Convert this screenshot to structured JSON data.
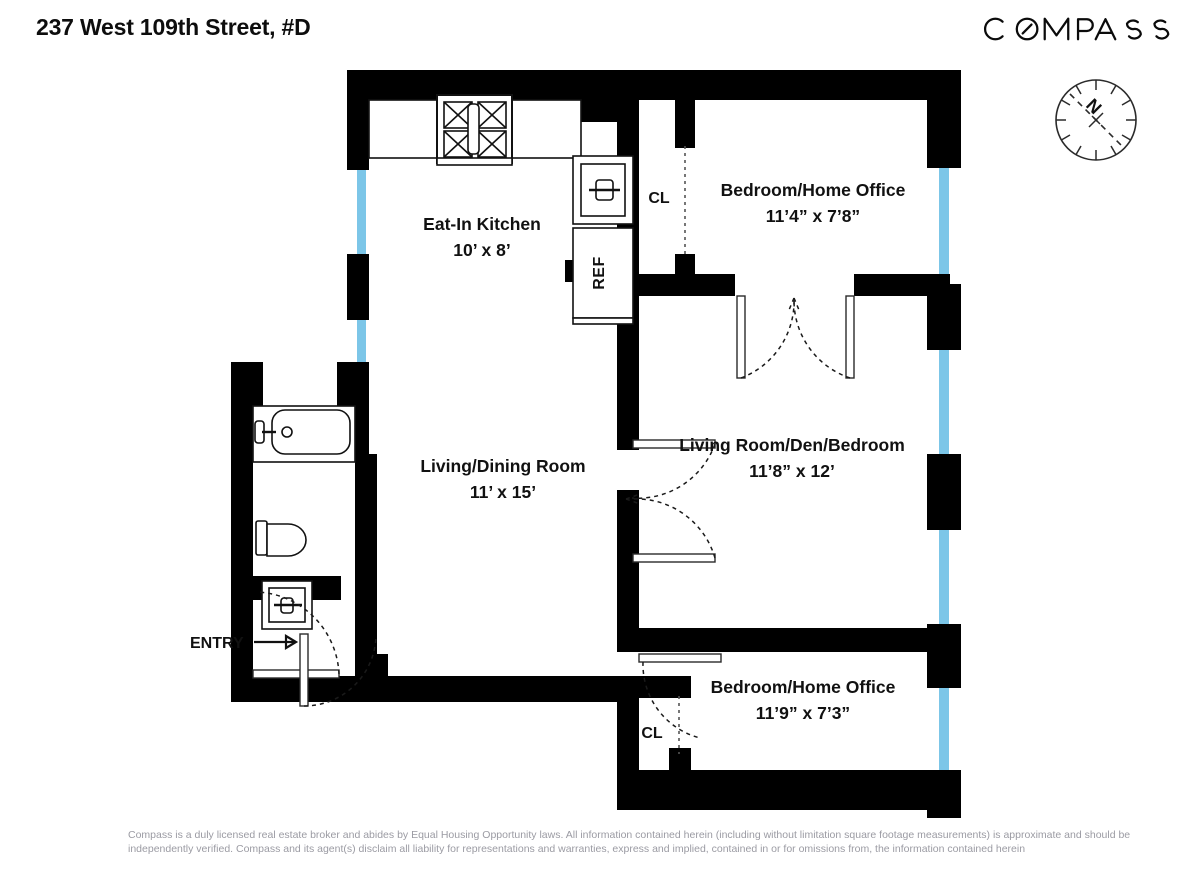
{
  "header": {
    "address": "237 West 109th Street, #D",
    "brand": "COMPASS",
    "brand_icon": "compass-slash-o-icon"
  },
  "compass_rose": {
    "north_label": "N",
    "icon": "compass-rose-icon"
  },
  "floorplan": {
    "rooms": [
      {
        "key": "kitchen",
        "name": "Eat-In Kitchen",
        "dims": "10’ x 8’"
      },
      {
        "key": "bedroom_top",
        "name": "Bedroom/Home Office",
        "dims": "11’4” x 7’8”"
      },
      {
        "key": "living_dining",
        "name": "Living/Dining Room",
        "dims": "11’ x 15’"
      },
      {
        "key": "living_den",
        "name": "Living Room/Den/Bedroom",
        "dims": "11’8” x 12’"
      },
      {
        "key": "bedroom_bot",
        "name": "Bedroom/Home Office",
        "dims": "11’9” x 7’3”"
      }
    ],
    "closets": [
      {
        "key": "cl_top",
        "label": "CL"
      },
      {
        "key": "cl_bot",
        "label": "CL"
      }
    ],
    "appliances": [
      {
        "key": "refrigerator",
        "label": "REF",
        "icon": "refrigerator-icon"
      },
      {
        "key": "range",
        "label": "",
        "icon": "stove-range-icon"
      },
      {
        "key": "sink",
        "label": "",
        "icon": "kitchen-sink-icon"
      }
    ],
    "bath_fixtures": [
      {
        "key": "bathtub",
        "icon": "bathtub-icon"
      },
      {
        "key": "toilet",
        "icon": "toilet-icon"
      },
      {
        "key": "vanity",
        "icon": "sink-vanity-icon"
      }
    ],
    "entry": {
      "label": "ENTRY",
      "arrow_icon": "arrow-right-icon"
    },
    "colors": {
      "wall": "#000000",
      "window": "#7cc6e8",
      "text": "#111111",
      "disclaimer": "#9b9ba3",
      "background": "#ffffff"
    }
  },
  "footer": {
    "disclaimer": "Compass is a duly licensed real estate broker and abides by Equal Housing Opportunity laws.  All information contained herein (including without limitation square footage measurements) is approximate and should be independently verified. Compass and its agent(s) disclaim all liability for representations and warranties, express and implied, contained in or for omissions from, the information contained herein"
  }
}
